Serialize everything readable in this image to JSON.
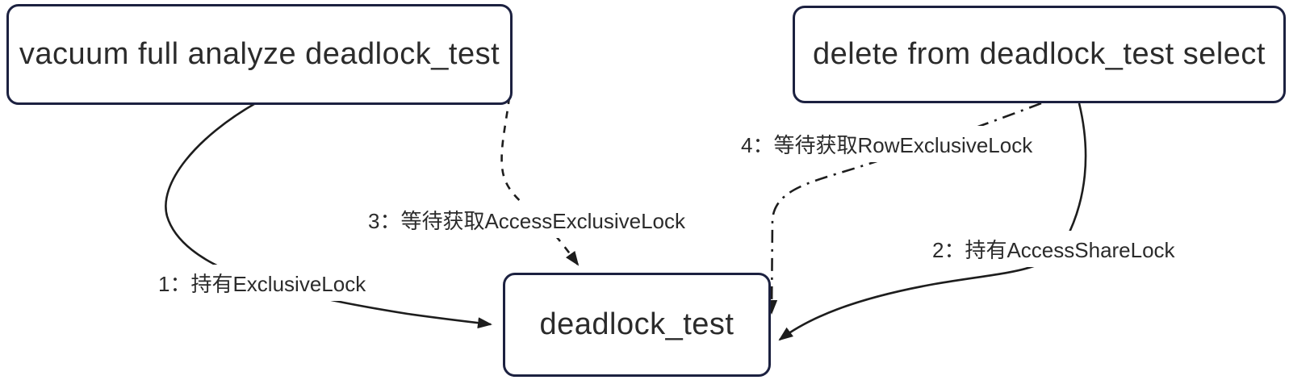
{
  "diagram": {
    "title": "deadlock diagram",
    "colors": {
      "node_border": "#1c2140",
      "edge_line": "#1d1d1d",
      "text": "#2b2b2b",
      "background": "#ffffff"
    },
    "nodes": [
      {
        "id": "vacuum",
        "label": "vacuum full analyze deadlock_test"
      },
      {
        "id": "delete",
        "label": "delete from deadlock_test select"
      },
      {
        "id": "table",
        "label": "deadlock_test"
      }
    ],
    "edges": [
      {
        "id": "1",
        "label": "1：持有ExclusiveLock",
        "style": "solid",
        "from": "vacuum",
        "to": "table"
      },
      {
        "id": "2",
        "label": "2：持有AccessShareLock",
        "style": "solid",
        "from": "delete",
        "to": "table"
      },
      {
        "id": "3",
        "label": "3：等待获取AccessExclusiveLock",
        "style": "dashed",
        "from": "vacuum",
        "to": "table"
      },
      {
        "id": "4",
        "label": "4：等待获取RowExclusiveLock",
        "style": "dash-dot",
        "from": "delete",
        "to": "table"
      }
    ]
  }
}
